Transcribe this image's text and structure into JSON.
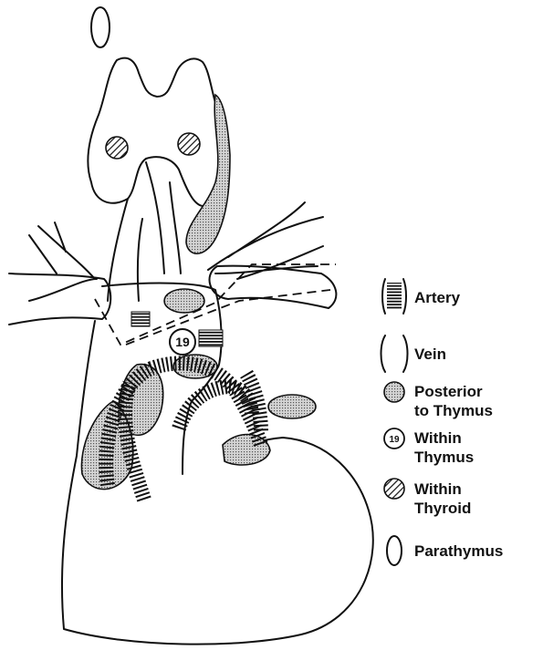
{
  "legend": {
    "items": [
      {
        "label": "Artery",
        "icon": "artery-icon"
      },
      {
        "label": "Vein",
        "icon": "vein-icon"
      },
      {
        "label": "Posterior\nto Thymus",
        "icon": "posterior-to-thymus-icon"
      },
      {
        "label": "Within\nThymus",
        "icon": "within-thymus-icon"
      },
      {
        "label": "Within\nThyroid",
        "icon": "within-thyroid-icon"
      },
      {
        "label": "Parathymus",
        "icon": "parathymus-icon"
      }
    ]
  },
  "markers": {
    "thymus_count": "19"
  }
}
